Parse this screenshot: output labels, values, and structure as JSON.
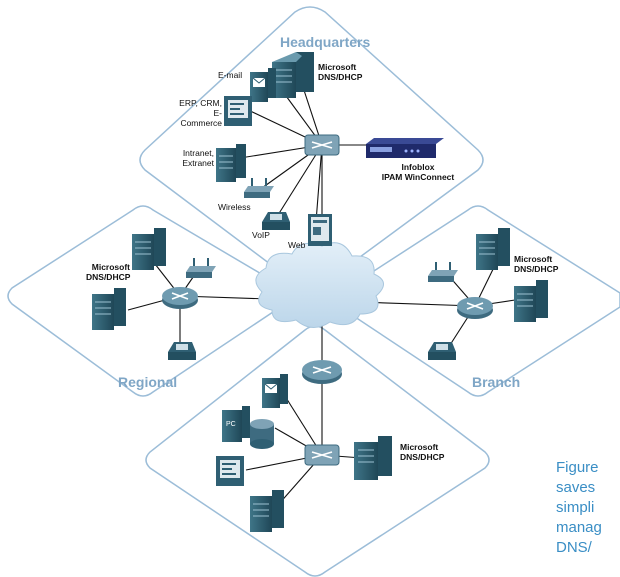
{
  "regions": {
    "headquarters": "Headquarters",
    "regional": "Regional",
    "branch": "Branch"
  },
  "hq": {
    "email": "E-mail",
    "erp": [
      "ERP, CRM,",
      "E-Commerce"
    ],
    "intranet": [
      "Intranet,",
      "Extranet"
    ],
    "wireless": "Wireless",
    "voip": "VoIP",
    "web": "Web",
    "ms_dns": [
      "Microsoft",
      "DNS/DHCP"
    ],
    "infoblox": [
      "Infoblox",
      "IPAM WinConnect"
    ]
  },
  "regional": {
    "ms_dns": [
      "Microsoft",
      "DNS/DHCP"
    ]
  },
  "branch": {
    "ms_dns": [
      "Microsoft",
      "DNS/DHCP"
    ]
  },
  "lower": {
    "ms_dns": [
      "Microsoft",
      "DNS/DHCP"
    ],
    "pc_label": "PC"
  },
  "caption": [
    "Figure",
    "saves",
    "simpli",
    "manag",
    "DNS/"
  ],
  "colors": {
    "region_stroke": "#9cbdd8",
    "region_label": "#7fa6c6",
    "caption": "#3a8ec5",
    "cloud": "#cfe3f1",
    "server": "#2f5f73",
    "router": "#4a7f99",
    "appliance": "#1f2a6b"
  }
}
